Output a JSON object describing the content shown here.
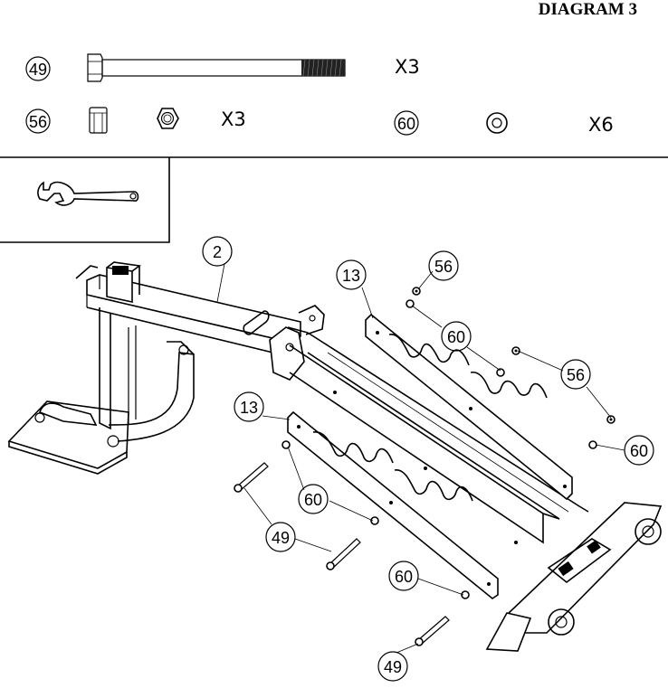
{
  "title": "DIAGRAM 3",
  "hardware": [
    {
      "part": "49",
      "qty": "X3"
    },
    {
      "part": "56",
      "qty": "X3"
    },
    {
      "part": "60",
      "qty": "X6"
    }
  ],
  "callouts": {
    "frame": "2",
    "rack_upper": "13",
    "rack_lower": "13",
    "nut_top": "56",
    "nut_right": "56",
    "washer_top": "60",
    "washer_right": "60",
    "washer_left": "60",
    "washer_bottom": "60",
    "bolt_left": "49",
    "bolt_bottom": "49"
  },
  "icons": {
    "tool": "wrench-icon"
  },
  "colors": {
    "line": "#000000",
    "background": "#ffffff"
  }
}
